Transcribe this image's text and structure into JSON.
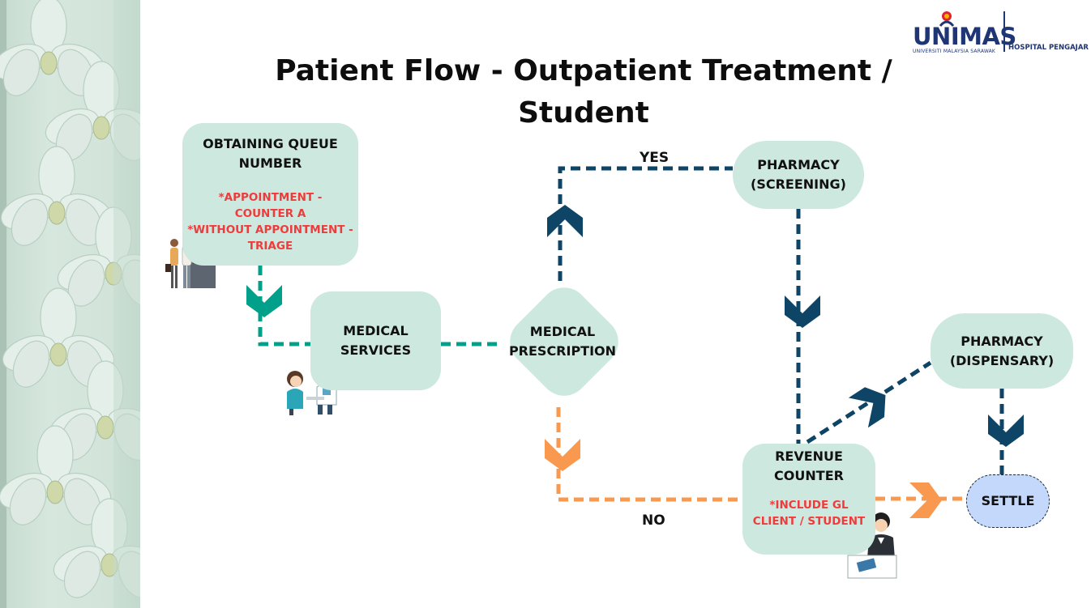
{
  "title": "Patient Flow - Outpatient Treatment / Student",
  "logo": {
    "wordmark": "UNIMAS",
    "subtitle": "UNIVERSITI MALAYSIA SARAWAK",
    "tagline": "HOSPITAL PENGAJAR",
    "colors": {
      "primary": "#1f3574",
      "accent_red": "#e0242f",
      "accent_yellow": "#f4b400"
    }
  },
  "nodes": {
    "queue": {
      "label": "OBTAINING QUEUE NUMBER",
      "note_1": "*APPOINTMENT - COUNTER A",
      "note_2": "*WITHOUT APPOINTMENT - TRIAGE"
    },
    "medical_services": {
      "label": "MEDICAL SERVICES"
    },
    "prescription": {
      "label": "MEDICAL PRESCRIPTION"
    },
    "pharmacy_screening": {
      "label": "PHARMACY (SCREENING)"
    },
    "pharmacy_dispensary": {
      "label": "PHARMACY (DISPENSARY)"
    },
    "revenue": {
      "label": "REVENUE COUNTER",
      "note": "*INCLUDE GL CLIENT / STUDENT"
    },
    "settle": {
      "label": "SETTLE"
    }
  },
  "edges": {
    "yes_label": "YES",
    "no_label": "NO"
  },
  "colors": {
    "node_fill": "#cde8df",
    "settle_fill": "#c4d8fb",
    "note_text": "#ef3b3b",
    "teal_path": "#00a08a",
    "navy_path": "#0e4566",
    "orange_path": "#f8994f"
  },
  "icons": [
    "orchid-pattern",
    "queue-kiosk-people-icon",
    "doctor-patient-icon",
    "cashier-person-icon"
  ]
}
